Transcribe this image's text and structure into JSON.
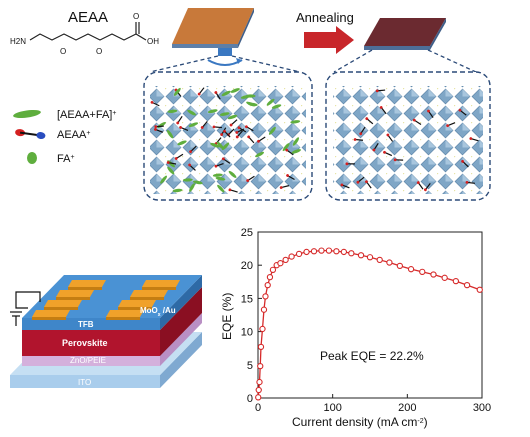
{
  "molecule": {
    "title": "AEAA",
    "amine": "H2N",
    "acid": "OH",
    "oxygen": "O"
  },
  "process": {
    "annealing_label": "Annealing"
  },
  "legend": {
    "items": [
      {
        "label": "[AEAA+FA]",
        "sup": "+"
      },
      {
        "label": "AEAA",
        "sup": "+"
      },
      {
        "label": "FA",
        "sup": "+"
      }
    ]
  },
  "device": {
    "layers": [
      "MoO",
      "TFB",
      "Perovskite",
      "ZnO/PEIE",
      "ITO"
    ],
    "electrode_label_main": "MoO",
    "electrode_label_sub": "x",
    "electrode_label_tail": " /Au",
    "colors": {
      "ito": "#a9cdec",
      "zno": "#d4b0dc",
      "perovskite": "#b1142d",
      "tfb": "#3f86c9",
      "electrode": "#f0a12a"
    }
  },
  "chart_data": {
    "type": "line",
    "xlabel": "Current density (mA cm",
    "xlabel_sup": "-2",
    "xlabel_tail": ")",
    "ylabel": "EQE (%)",
    "xlim": [
      0,
      300
    ],
    "ylim": [
      0,
      25
    ],
    "xticks": [
      0,
      100,
      200,
      300
    ],
    "yticks": [
      0,
      5,
      10,
      15,
      20,
      25
    ],
    "annotation": "Peak EQE = 22.2%",
    "series": [
      {
        "color": "#d62a2a",
        "x": [
          0.3,
          1,
          2,
          3,
          4,
          6,
          8,
          10,
          13,
          16,
          20,
          25,
          30,
          37,
          45,
          55,
          65,
          75,
          85,
          95,
          105,
          115,
          125,
          138,
          150,
          163,
          176,
          190,
          205,
          220,
          235,
          250,
          265,
          280,
          297
        ],
        "y": [
          0.1,
          1.2,
          2.4,
          4.8,
          7.7,
          10.4,
          13.3,
          15.3,
          17.0,
          18.2,
          19.3,
          20.0,
          20.3,
          20.8,
          21.3,
          21.7,
          22.0,
          22.1,
          22.2,
          22.2,
          22.1,
          22.0,
          21.8,
          21.5,
          21.2,
          20.8,
          20.4,
          19.9,
          19.4,
          19.0,
          18.6,
          18.1,
          17.6,
          17.0,
          16.3
        ]
      }
    ]
  }
}
